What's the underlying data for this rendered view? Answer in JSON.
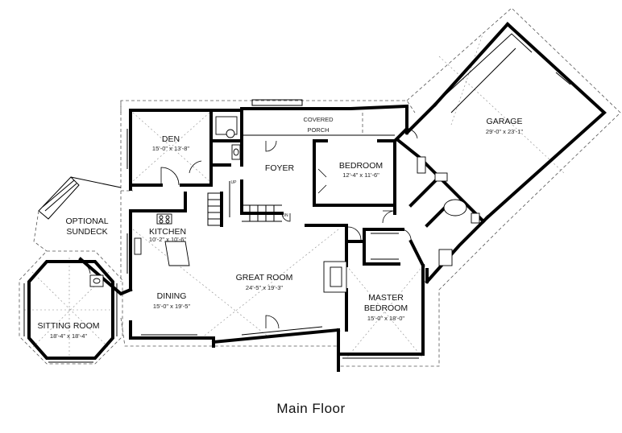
{
  "caption": "Main Floor",
  "rooms": {
    "garage": {
      "name": "GARAGE",
      "dims": "29'-0\" x 23'-1\""
    },
    "covered_porch": {
      "line1": "COVERED",
      "line2": "PORCH"
    },
    "den": {
      "name": "DEN",
      "dims": "15'-0\" x 13'-8\""
    },
    "foyer": {
      "name": "FOYER"
    },
    "bedroom": {
      "name": "BEDROOM",
      "dims": "12'-4\" x 11'-6\""
    },
    "optional_sundeck": {
      "line1": "OPTIONAL",
      "line2": "SUNDECK"
    },
    "kitchen": {
      "name": "KITCHEN",
      "dims": "10'-2\" x 10'-6\""
    },
    "great_room": {
      "name": "GREAT ROOM",
      "dims": "24'-5\" x 19'-3\""
    },
    "dining": {
      "name": "DINING",
      "dims": "15'-0\" x 19'-5\""
    },
    "master_bedroom": {
      "line1": "MASTER",
      "line2": "BEDROOM",
      "dims": "15'-0\" x 18'-0\""
    },
    "sitting_room": {
      "name": "SITTING ROOM",
      "dims": "18'-4\" x 18'-4\""
    }
  },
  "stairs": {
    "up": "UP",
    "down": "DN"
  }
}
